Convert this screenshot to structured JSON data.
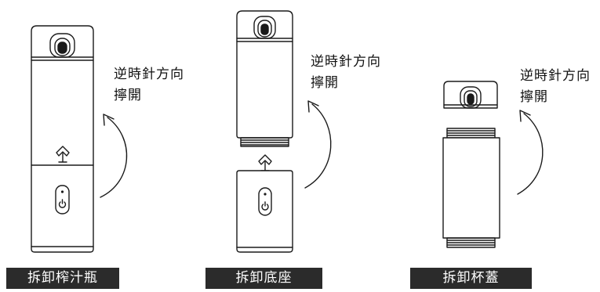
{
  "steps": [
    {
      "instruction_line1": "逆時針方向",
      "instruction_line2": "擰開",
      "caption": "拆卸榨汁瓶"
    },
    {
      "instruction_line1": "逆時針方向",
      "instruction_line2": "擰開",
      "caption": "拆卸底座"
    },
    {
      "instruction_line1": "逆時針方向",
      "instruction_line2": "擰開",
      "caption": "拆卸杯蓋"
    }
  ],
  "colors": {
    "outline": "#1a1a1a",
    "caption_bg": "#2b2b2b",
    "caption_text": "#ffffff"
  },
  "icons": [
    "power-icon",
    "blade-icon",
    "lid-handle-icon",
    "rotation-arrow-icon"
  ]
}
